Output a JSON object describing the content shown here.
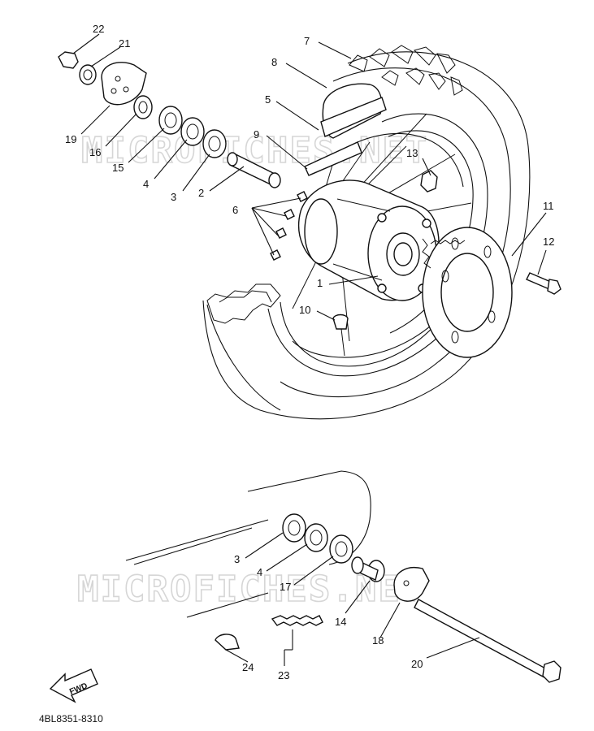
{
  "diagram": {
    "part_code": "4BL8351-8310",
    "watermark": "MICROFICHES.NET",
    "fwd_label": "FWD",
    "callouts": [
      "1",
      "2",
      "3",
      "4",
      "5",
      "6",
      "7",
      "8",
      "9",
      "10",
      "11",
      "12",
      "13",
      "14",
      "15",
      "16",
      "17",
      "18",
      "19",
      "20",
      "21",
      "22",
      "23",
      "24"
    ],
    "colors": {
      "ink": "#111111",
      "paper": "#ffffff",
      "watermark": "#d6d6d6"
    }
  }
}
